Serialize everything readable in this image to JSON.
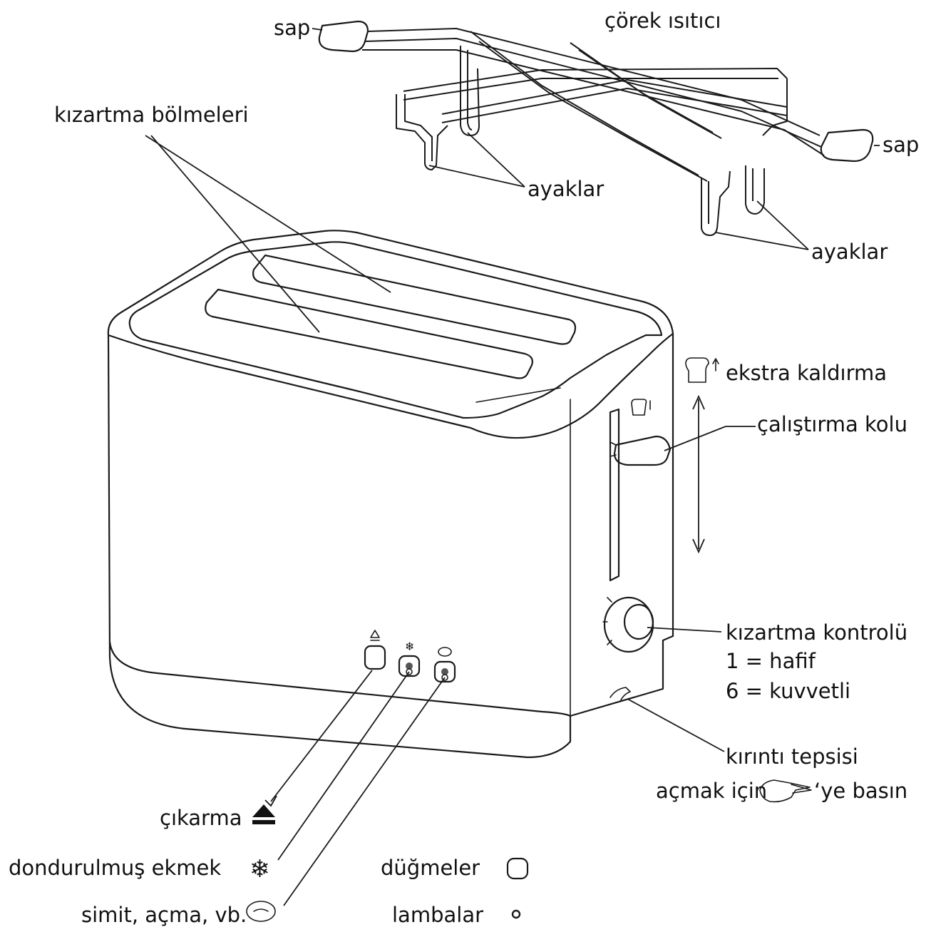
{
  "labels": {
    "sap_left": "sap",
    "corek_isitici": "çörek ısıtıcı",
    "kizartma_bolmeleri": "kızartma bölmeleri",
    "sap_right": "sap",
    "ayaklar_1": "ayaklar",
    "ayaklar_2": "ayaklar",
    "ekstra_kaldirma": "ekstra kaldırma",
    "calistirma_kolu": "çalıştırma kolu",
    "kizartma_kontrolu": "kızartma kontrolü",
    "hafif": "1 = hafif",
    "kuvvetli": "6 = kuvvetli",
    "kirinti_tepsisi": "kırıntı tepsisi",
    "acmak_icin": "açmak için",
    "ye_basin": "‘ye basın",
    "cikarma": "çıkarma",
    "dondurulmus_ekmek": "dondurulmuş ekmek",
    "simit": "simit, açma, vb.",
    "dugmeler": "düğmeler",
    "lambalar": "lambalar"
  },
  "icons": {
    "eject": "eject-icon",
    "snowflake": "snowflake-icon",
    "bagel": "bagel-icon",
    "button": "button-icon",
    "lamp": "lamp-icon",
    "lift": "extra-lift-icon",
    "hand": "hand-icon"
  }
}
